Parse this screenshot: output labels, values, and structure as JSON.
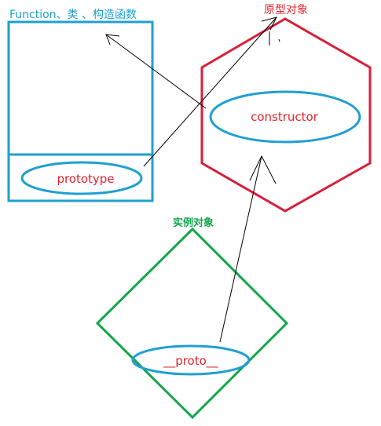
{
  "labels": {
    "function_class": "Function、类 、构造函数",
    "prototype_object": "原型对象",
    "instance_object": "实例对象",
    "prototype_prop": "prototype",
    "constructor_prop": "constructor",
    "proto_prop": "__proto__"
  },
  "colors": {
    "function_box": "#1f9fd0",
    "prototype_hexagon": "#d81e3a",
    "instance_diamond": "#12a64a",
    "ellipse_stroke": "#1f9fd0",
    "property_text": "#e0252f",
    "arrow": "#000000"
  }
}
